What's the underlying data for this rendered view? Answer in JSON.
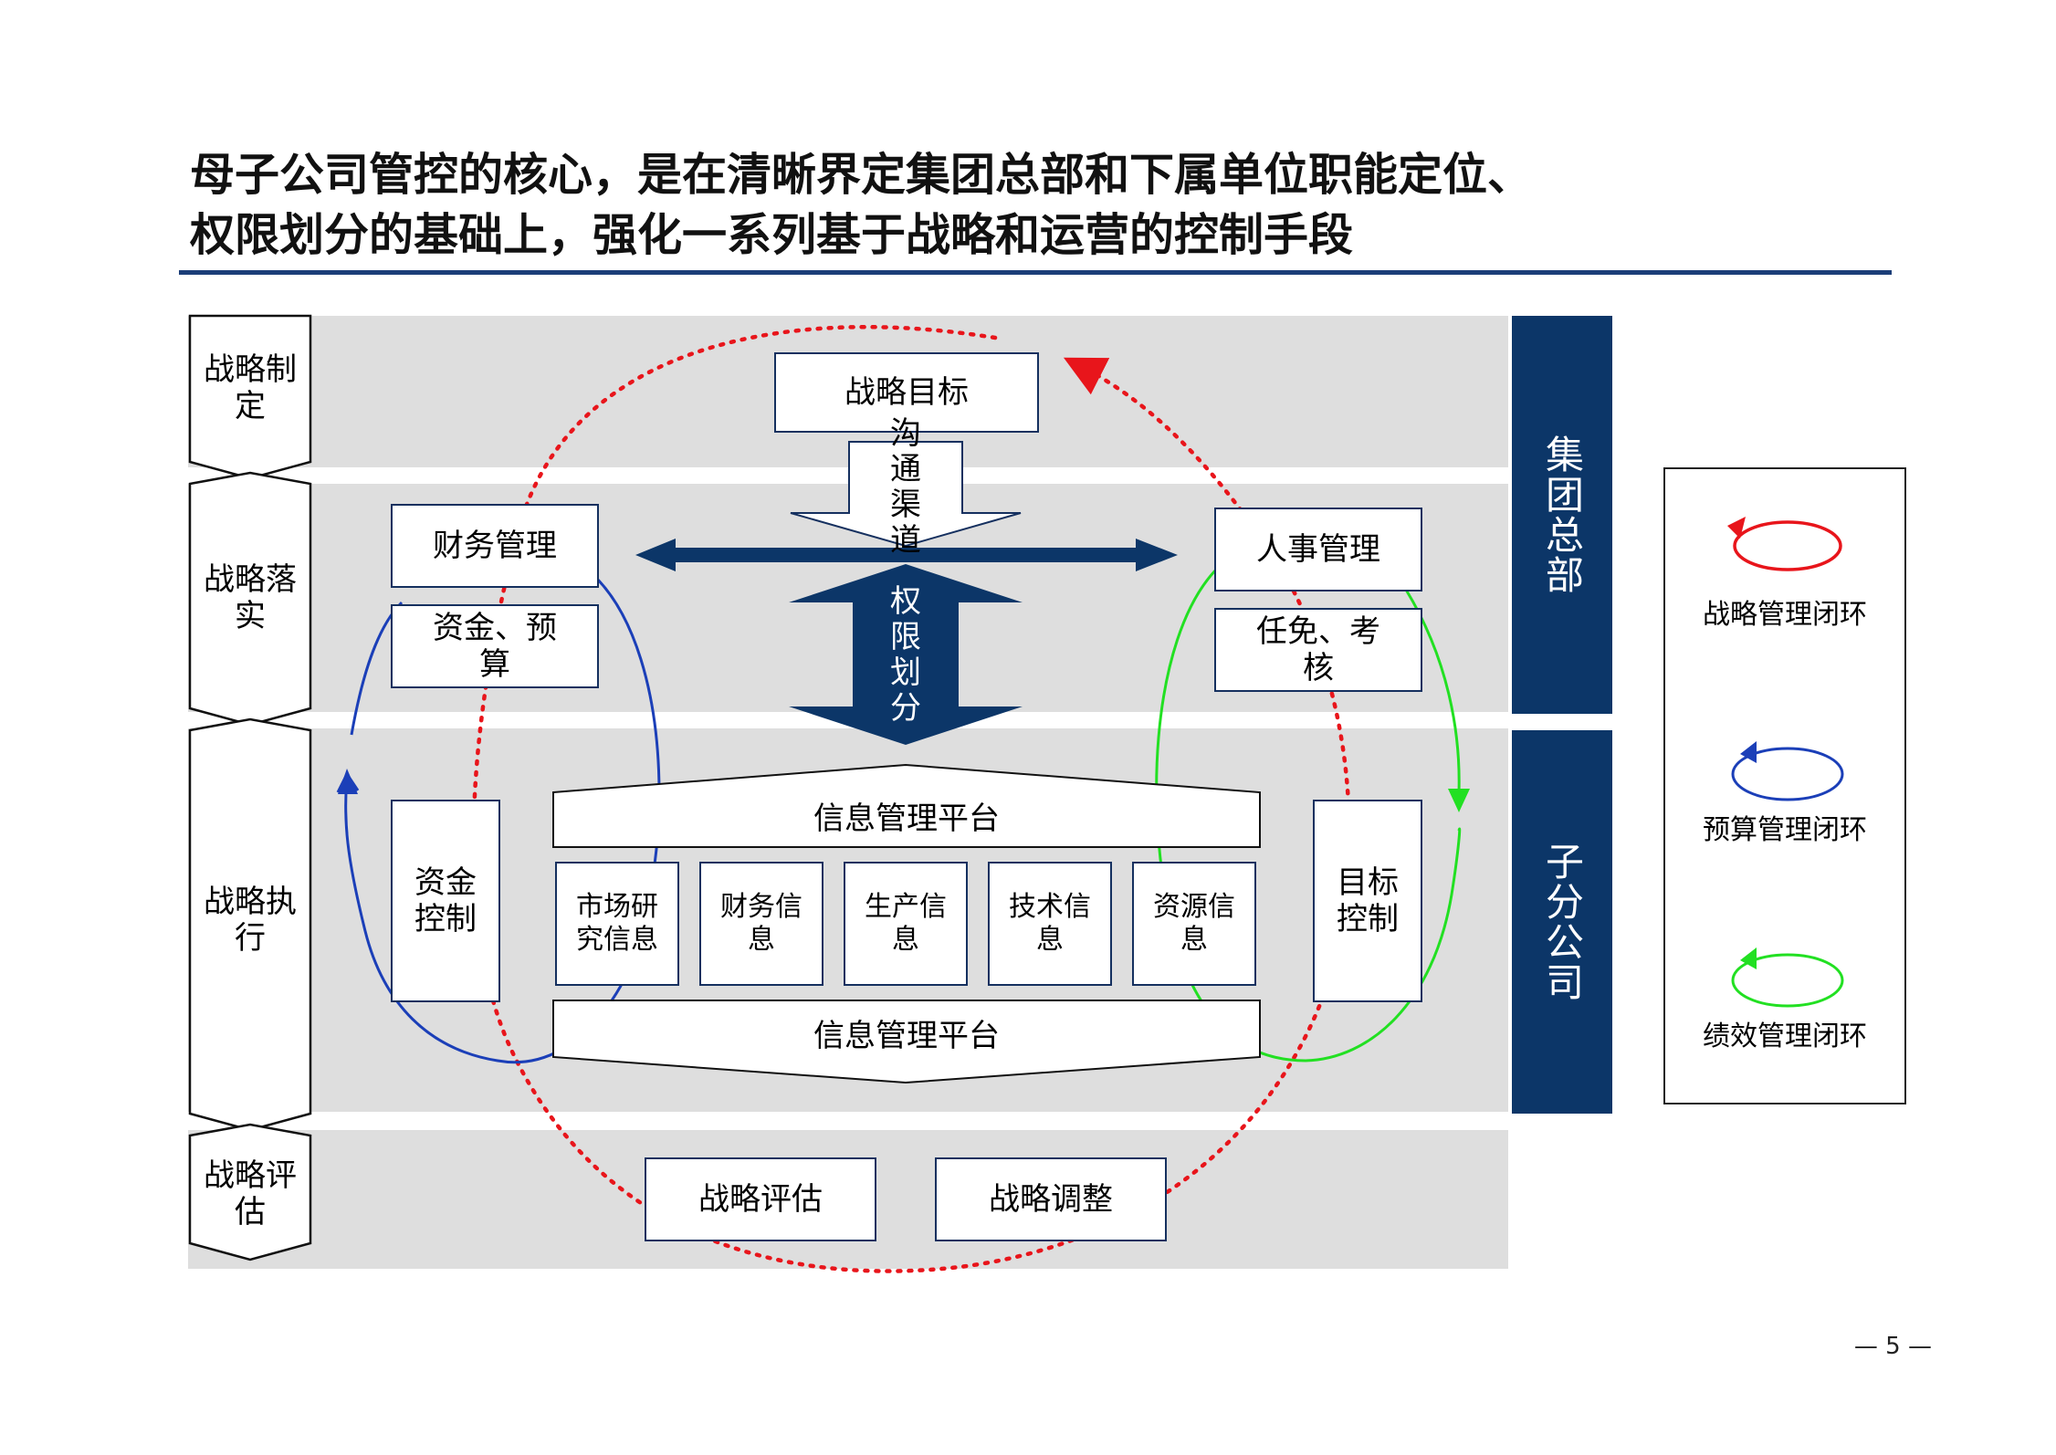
{
  "title": {
    "line1": "母子公司管控的核心，是在清晰界定集团总部和下属单位职能定位、",
    "line2": "权限划分的基础上，强化一系列基于战略和运营的控制手段"
  },
  "stages": {
    "formulate": "战略制定",
    "implement": "战略落实",
    "execute": "战略执行",
    "evaluate": "战略评估"
  },
  "sides": {
    "hq": "集团总部",
    "sub": "子分公司"
  },
  "center": {
    "goal": "战略目标",
    "channel": "沟通渠道",
    "authority": "权限划分"
  },
  "left": {
    "finance": "财务管理",
    "budget": "资金、预算",
    "fund_control": "资金控制"
  },
  "right": {
    "hr": "人事管理",
    "appoint": "任免、考核",
    "target_control": "目标控制"
  },
  "platform": {
    "top": "信息管理平台",
    "bottom": "信息管理平台",
    "items": [
      "市场研究信息",
      "财务信息",
      "生产信息",
      "技术信息",
      "资源信息"
    ]
  },
  "bottom_row": {
    "assess": "战略评估",
    "adjust": "战略调整"
  },
  "legend": {
    "items": [
      {
        "label": "战略管理闭环",
        "color": "#e8151b"
      },
      {
        "label": "预算管理闭环",
        "color": "#1b3fb8"
      },
      {
        "label": "绩效管理闭环",
        "color": "#22e022"
      }
    ]
  },
  "colors": {
    "navy": "#0c3668",
    "red_loop": "#e8151b",
    "blue_loop": "#1b3fb8",
    "green_loop": "#22e022",
    "band": "#dedede"
  },
  "page_number": "— 5 —"
}
